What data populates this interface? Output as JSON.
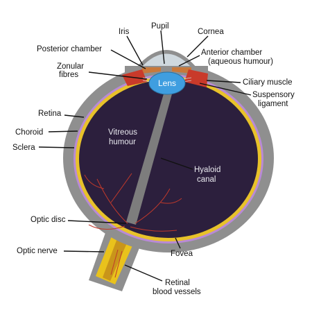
{
  "labels": {
    "pupil": "Pupil",
    "iris": "Iris",
    "cornea": "Cornea",
    "posterior_chamber": "Posterior chamber",
    "anterior_chamber_line1": "Anterior chamber",
    "anterior_chamber_line2": "(aqueous humour)",
    "zonular_fibres_line1": "Zonular",
    "zonular_fibres_line2": "fibres",
    "lens": "Lens",
    "ciliary_muscle": "Ciliary muscle",
    "suspensory_ligament_line1": "Suspensory",
    "suspensory_ligament_line2": "ligament",
    "retina": "Retina",
    "choroid": "Choroid",
    "sclera": "Sclera",
    "vitreous_humour_line1": "Vitreous",
    "vitreous_humour_line2": "humour",
    "hyaloid_canal_line1": "Hyaloid",
    "hyaloid_canal_line2": "canal",
    "optic_disc": "Optic disc",
    "optic_nerve": "Optic nerve",
    "fovea": "Fovea",
    "retinal_vessels_line1": "Retinal",
    "retinal_vessels_line2": "blood vessels"
  },
  "colors": {
    "sclera": "#8f8f8f",
    "choroid": "#b98ad6",
    "retina": "#e8c22a",
    "vitreous": "#2c1f3d",
    "lens": "#3f9ee0",
    "ciliary": "#c93a2a",
    "iris": "#c8783a",
    "optic_nerve": "#e9c21c",
    "vessels": "#c0392b"
  }
}
